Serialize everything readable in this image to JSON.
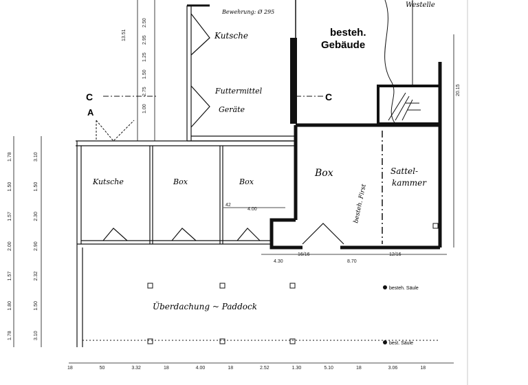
{
  "labels": {
    "building_line1": "besteh.",
    "building_line2": "Gebäude",
    "kutsche_top": "Kutsche",
    "futtermittel_line1": "Futtermittel",
    "futtermittel_line2": "Geräte",
    "bewehrung": "Bewehrung: Ø 295",
    "kutsche_left": "Kutsche",
    "box1": "Box",
    "box2": "Box",
    "box_large": "Box",
    "first_label": "besteh. First",
    "sattel_line1": "Sattel-",
    "sattel_line2": "kammer",
    "paddock": "Überdachung ~ Paddock",
    "saeule1": "besteh. Säule",
    "saeule2": "best. Säule",
    "section_c_left": "C",
    "section_c_right": "C",
    "section_a": "A",
    "top_right_note": "Westelle"
  },
  "dimensions": {
    "left_vertical": [
      "1.78",
      "1.50",
      "1.57",
      "2.00",
      "1.57",
      "1.80",
      "1.78",
      "3.10",
      "1.50",
      "2.30",
      "2.90",
      "2.32",
      "1.50",
      "3.10"
    ],
    "center_vertical": [
      "2.50",
      "2.95",
      "1.25",
      "1.50",
      "2.75",
      "1.00",
      "13.51"
    ],
    "bottom_row": [
      "18",
      "50",
      "3.32",
      "18",
      "4.00",
      "18",
      "2.52",
      "1.30",
      "5.10",
      "18",
      "3.06",
      "18"
    ],
    "inner": [
      "4.00",
      "4.30",
      "8.70",
      "16/16",
      "12/16",
      "20.15",
      "42"
    ]
  }
}
